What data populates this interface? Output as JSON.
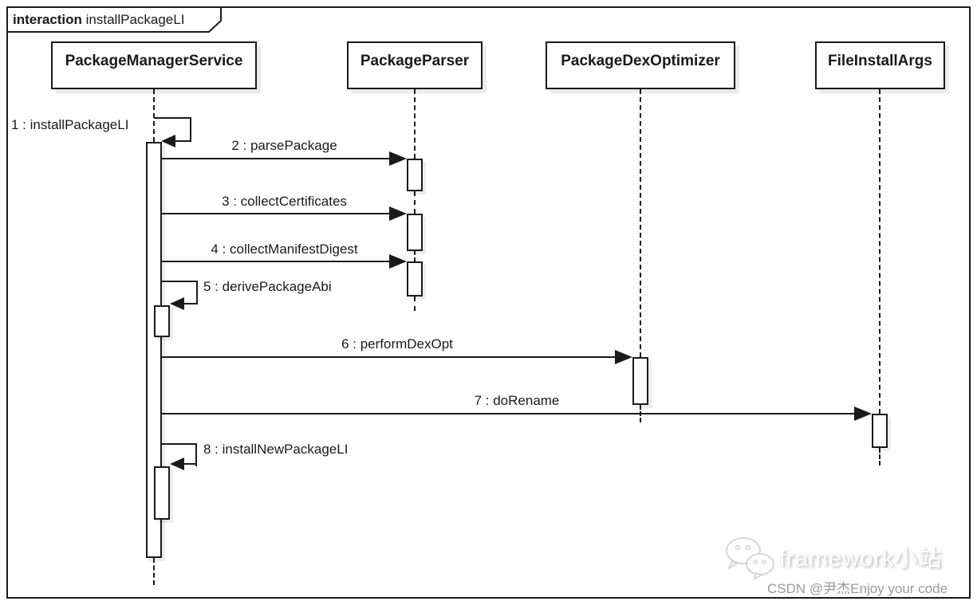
{
  "diagram_type": "uml-sequence",
  "frame": {
    "keyword": "interaction",
    "name": "installPackageLI"
  },
  "lifelines": [
    {
      "name": "PackageManagerService"
    },
    {
      "name": "PackageParser"
    },
    {
      "name": "PackageDexOptimizer"
    },
    {
      "name": "FileInstallArgs"
    }
  ],
  "messages": [
    {
      "label": "1 : installPackageLI",
      "from": "PackageManagerService",
      "to": "PackageManagerService",
      "type": "self"
    },
    {
      "label": "2 : parsePackage",
      "from": "PackageManagerService",
      "to": "PackageParser",
      "type": "call"
    },
    {
      "label": "3 : collectCertificates",
      "from": "PackageManagerService",
      "to": "PackageParser",
      "type": "call"
    },
    {
      "label": "4 : collectManifestDigest",
      "from": "PackageManagerService",
      "to": "PackageParser",
      "type": "call"
    },
    {
      "label": "5 : derivePackageAbi",
      "from": "PackageManagerService",
      "to": "PackageManagerService",
      "type": "self"
    },
    {
      "label": "6 : performDexOpt",
      "from": "PackageManagerService",
      "to": "PackageDexOptimizer",
      "type": "call"
    },
    {
      "label": "7 : doRename",
      "from": "PackageManagerService",
      "to": "FileInstallArgs",
      "type": "call"
    },
    {
      "label": "8 : installNewPackageLI",
      "from": "PackageManagerService",
      "to": "PackageManagerService",
      "type": "self"
    }
  ],
  "watermark": {
    "brand": "framework小站",
    "credit": "CSDN @尹杰Enjoy your code"
  },
  "colors": {
    "line": "#1a1a1a",
    "box_shadow": "#ececec",
    "watermark_gray": "#9b9b9b"
  }
}
